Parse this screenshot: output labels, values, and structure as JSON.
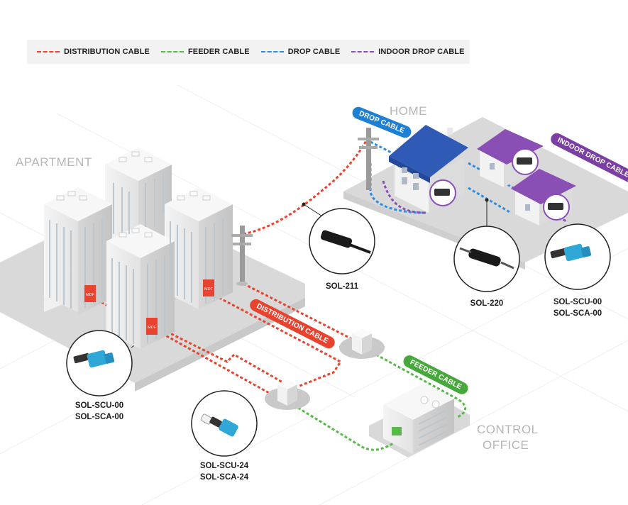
{
  "legend": {
    "items": [
      {
        "label": "DISTRIBUTION CABLE",
        "color": "#e8432f"
      },
      {
        "label": "FEEDER CABLE",
        "color": "#57b947"
      },
      {
        "label": "DROP CABLE",
        "color": "#2f8be0"
      },
      {
        "label": "INDOOR DROP CABLE",
        "color": "#8a4fb5"
      }
    ]
  },
  "areas": {
    "apartment": "APARTMENT",
    "home": "HOME",
    "control_office_line1": "CONTROL",
    "control_office_line2": "OFFICE"
  },
  "cable_tags": {
    "drop": "DROP CABLE",
    "indoor_drop": "INDOOR DROP CABLE",
    "distribution": "DISTRIBUTION CABLE",
    "feeder": "FEEDER CABLE"
  },
  "mdf_label": "MDF",
  "parts": {
    "sol_211": "SOL-211",
    "sol_220": "SOL-220",
    "home_connector_line1": "SOL-SCU-00",
    "home_connector_line2": "SOL-SCA-00",
    "apt_connector_line1": "SOL-SCU-00",
    "apt_connector_line2": "SOL-SCA-00",
    "field_connector_line1": "SOL-SCU-24",
    "field_connector_line2": "SOL-SCA-24"
  },
  "colors": {
    "distribution": "#e8432f",
    "feeder": "#57b947",
    "drop": "#2f8be0",
    "indoor": "#8a4fb5",
    "roof_blue": "#2f5bb7",
    "roof_purple": "#8a4fb5",
    "connector_blue": "#2fa8d8"
  }
}
